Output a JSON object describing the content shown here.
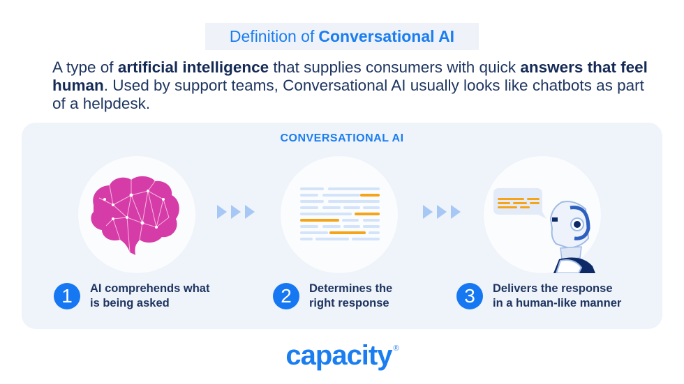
{
  "header": {
    "title_prefix": "Definition of",
    "title_bold": "Conversational AI"
  },
  "description": {
    "part1": "A type of ",
    "bold1": "artificial intelligence",
    "part2": " that supplies consumers with quick ",
    "bold2": "answers that feel human",
    "part3": ". Used by support teams, Conversational AI usually looks like chatbots as part of a helpdesk."
  },
  "panel": {
    "title": "CONVERSATIONAL AI",
    "steps": [
      {
        "number": "1",
        "line1": "AI comprehends what",
        "line2": "is being asked",
        "icon": "brain-icon"
      },
      {
        "number": "2",
        "line1": "Determines the",
        "line2": "right response",
        "icon": "document-lines-icon"
      },
      {
        "number": "3",
        "line1": "Delivers the response",
        "line2": "in a human-like manner",
        "icon": "robot-chat-icon"
      }
    ]
  },
  "colors": {
    "accent": "#1a7df0",
    "text": "#1e3560",
    "panel_bg": "#eff3fa",
    "highlight": "#f4a416",
    "brain": "#d63ca8"
  },
  "logo": {
    "text": "capacity",
    "mark": "®"
  }
}
